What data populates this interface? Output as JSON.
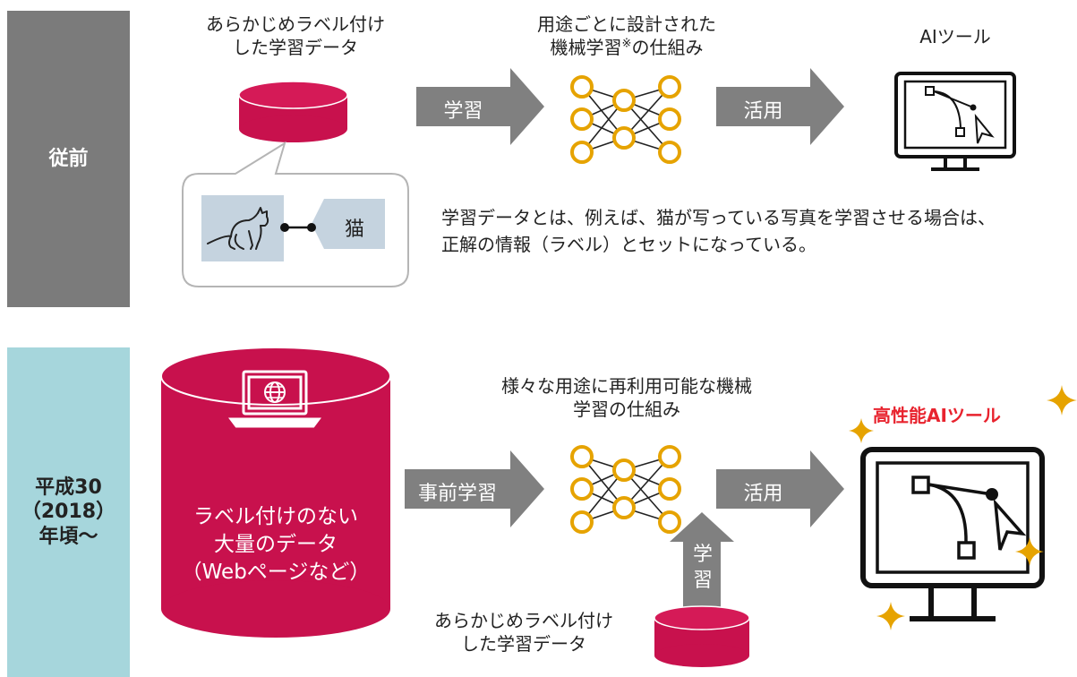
{
  "colors": {
    "accent": "#c8114d",
    "neural": "#e6a300",
    "arrow": "#808080",
    "sidebar_old": "#7b7b7b",
    "sidebar_new": "#a6d6dc",
    "highlight": "#e8232e",
    "star": "#e6a300"
  },
  "old": {
    "side_label": "従前",
    "labeled_data": [
      "あらかじめラベル付け",
      "した学習データ"
    ],
    "ml_label_1": "用途ごとに設計された",
    "ml_label_2a": "機械学習",
    "ml_label_2b": "※",
    "ml_label_2c": "の仕組み",
    "ai_tool": "AIツール",
    "arrow_learn": "学習",
    "arrow_use": "活用",
    "tag": "猫",
    "description": [
      "学習データとは、例えば、猫が写っている写真を学習させる場合は、",
      "正解の情報（ラベル）とセットになっている。"
    ],
    "icons": [
      "database-icon",
      "cat-icon",
      "neural-network-icon",
      "monitor-icon"
    ]
  },
  "new": {
    "side_label": [
      "平成30",
      "（2018）",
      "年頃～"
    ],
    "big_data": [
      "ラベル付けのない",
      "大量のデータ",
      "（Webページなど）"
    ],
    "ml_label": [
      "様々な用途に再利用可能な機械",
      "学習の仕組み"
    ],
    "ai_tool": "高性能AIツール",
    "arrow_pretrain": "事前学習",
    "arrow_use": "活用",
    "arrow_learn_vertical": [
      "学",
      "習"
    ],
    "labeled_data": [
      "あらかじめラベル付け",
      "した学習データ"
    ],
    "icons": [
      "laptop-globe-icon",
      "neural-network-icon",
      "monitor-icon",
      "sparkle-icon",
      "database-icon"
    ]
  }
}
